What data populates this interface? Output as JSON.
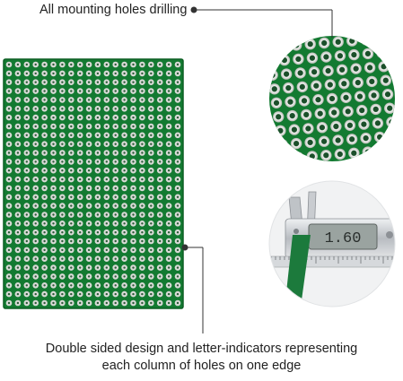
{
  "captions": {
    "top": "All mounting holes drilling",
    "bottom_line1": "Double sided design and letter-indicators representing",
    "bottom_line2": "each column of holes on one edge"
  },
  "colors": {
    "pcb_green": "#137a31",
    "pcb_green_dark": "#0d5f24",
    "pad_silver": "#d8dad6",
    "leader_line": "#333333",
    "caliper_steel": "#c9ccd0",
    "caliper_display": "#9aa3a0"
  },
  "caliper": {
    "display_reading": "1.60"
  },
  "icons": [
    "leader-dot",
    "caliper-lcd"
  ]
}
